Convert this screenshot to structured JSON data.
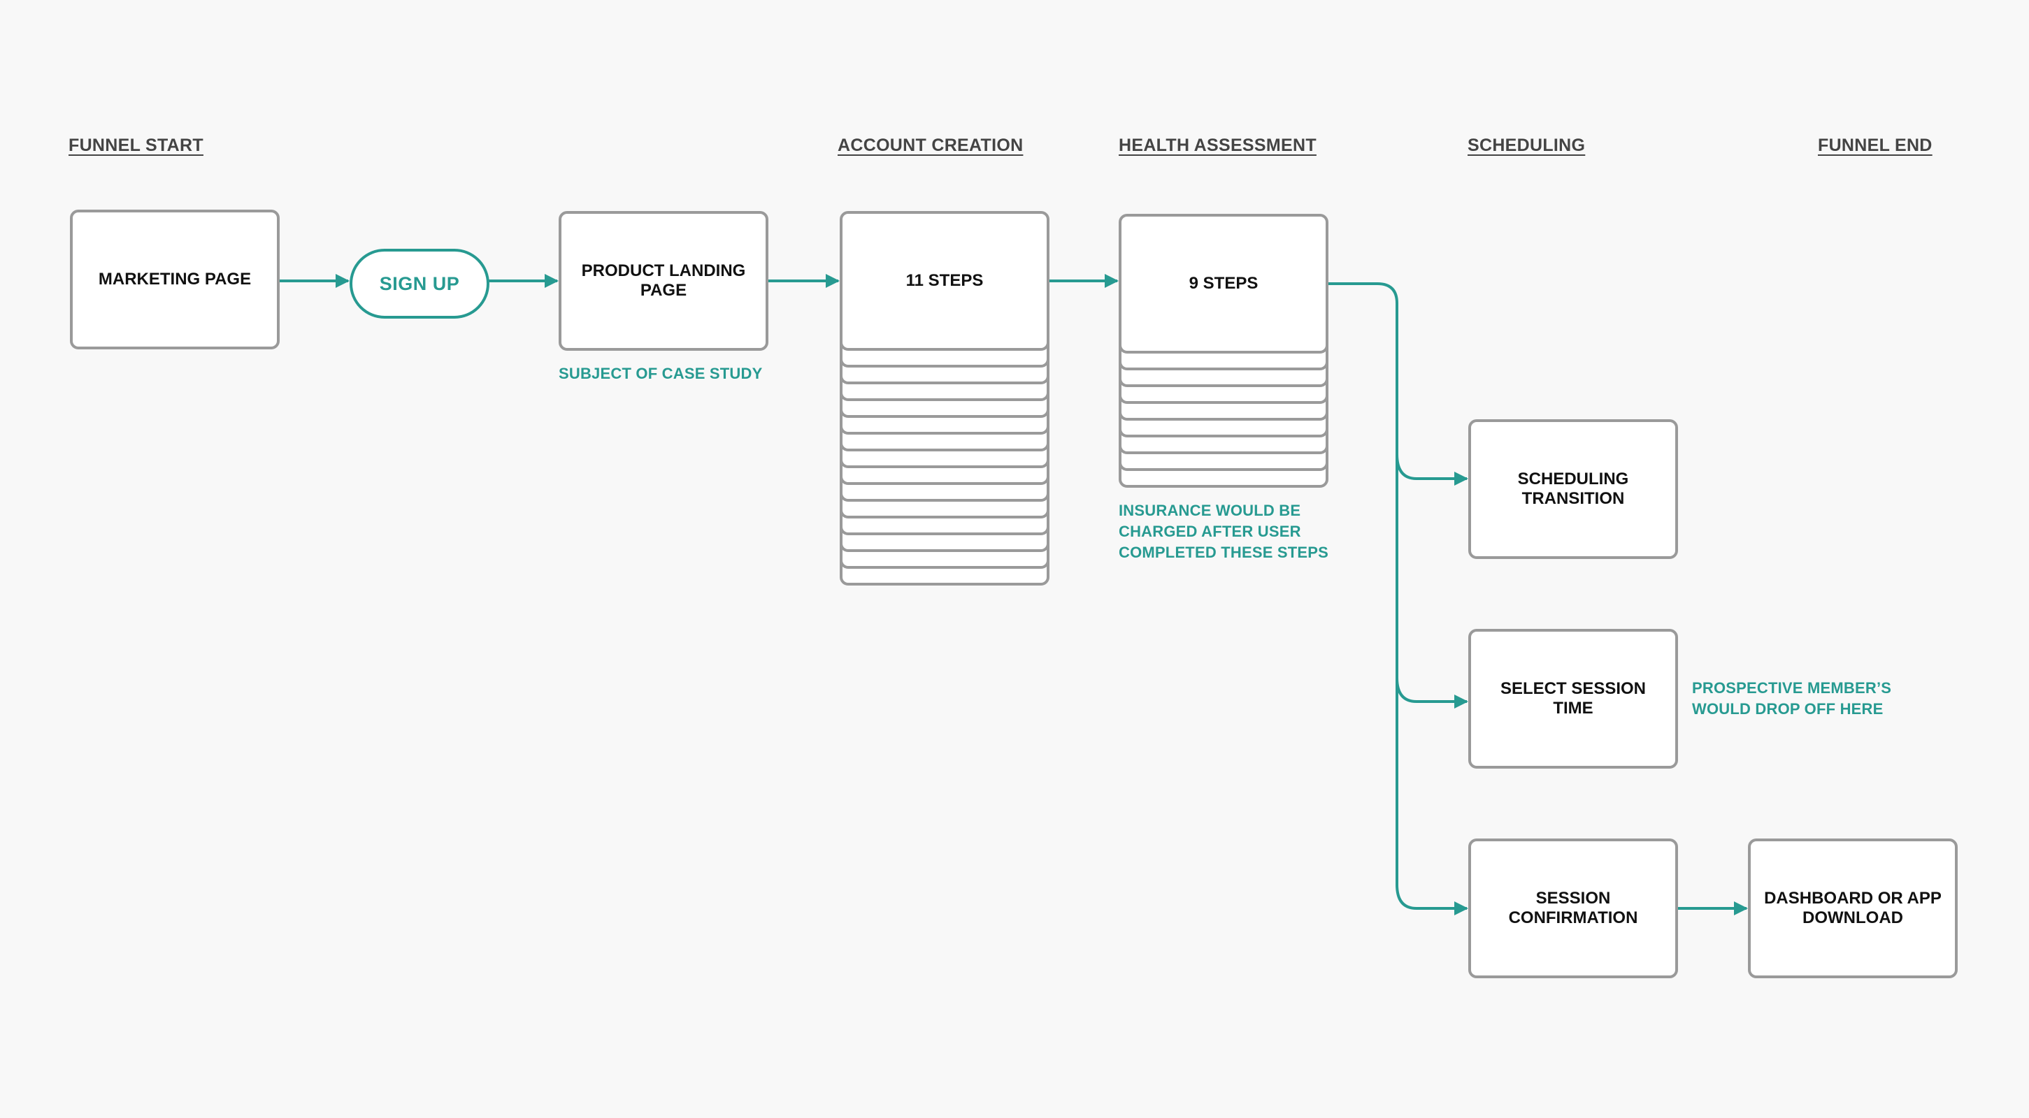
{
  "headings": {
    "funnel_start": "FUNNEL START",
    "account_creation": "ACCOUNT CREATION",
    "health_assessment": "HEALTH ASSESSMENT",
    "scheduling": "SCHEDULING",
    "funnel_end": "FUNNEL END"
  },
  "nodes": {
    "marketing_page": "MARKETING PAGE",
    "sign_up": "SIGN UP",
    "product_landing_page": [
      "PRODUCT LANDING",
      "PAGE"
    ],
    "account_steps": "11 STEPS",
    "health_steps": "9 STEPS",
    "scheduling_transition": [
      "SCHEDULING",
      "TRANSITION"
    ],
    "select_session_time": [
      "SELECT SESSION",
      "TIME"
    ],
    "session_confirmation": [
      "SESSION",
      "CONFIRMATION"
    ],
    "dashboard_or_app_download": [
      "DASHBOARD OR APP",
      "DOWNLOAD"
    ]
  },
  "notes": {
    "subject_of_case_study": "SUBJECT OF CASE STUDY",
    "insurance": [
      "INSURANCE WOULD BE",
      "CHARGED AFTER USER",
      "COMPLETED THESE STEPS"
    ],
    "drop_off": [
      "PROSPECTIVE MEMBER’S",
      "WOULD DROP OFF HERE"
    ]
  },
  "colors": {
    "accent": "#279a91",
    "box_border": "#9a9a9a",
    "background": "#f8f8f8"
  }
}
